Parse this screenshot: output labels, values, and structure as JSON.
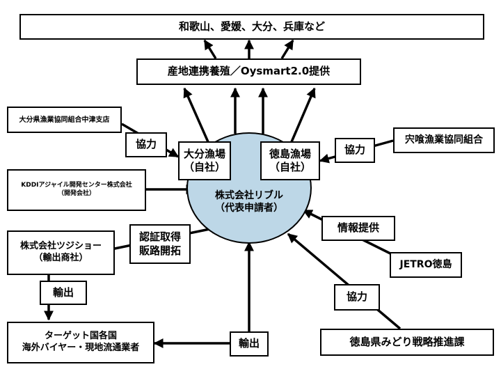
{
  "top_box": "和歌山、愛媛、大分、兵庫など",
  "production_box": "産地連携養殖／Oysmart2.0提供",
  "center": {
    "name": "株式会社リブル",
    "role": "（代表申請者）"
  },
  "oita_farm": {
    "line1": "大分漁場",
    "line2": "（自社）"
  },
  "tokushima_farm": {
    "line1": "徳島漁場",
    "line2": "（自社）"
  },
  "oita_coop": "大分県漁業協同組合中津支店",
  "shinji_coop": "宍喰漁業協同組合",
  "kddi": {
    "line1": "KDDIアジャイル開発センター株式会社",
    "line2": "（開発会社）"
  },
  "tsujisho": {
    "line1": "株式会社ツジショー",
    "line2": "（輸出商社）"
  },
  "target": {
    "line1": "ターゲット国各国",
    "line2": "海外バイヤー・現地流通業者"
  },
  "jetro": "JETRO徳島",
  "tokushima_pref": "徳島県みどり戦略推進課",
  "labels": {
    "cooperation": "協力",
    "info_provision": "情報提供",
    "certification_line1": "認証取得",
    "certification_line2": "販路開拓",
    "export": "輸出"
  }
}
